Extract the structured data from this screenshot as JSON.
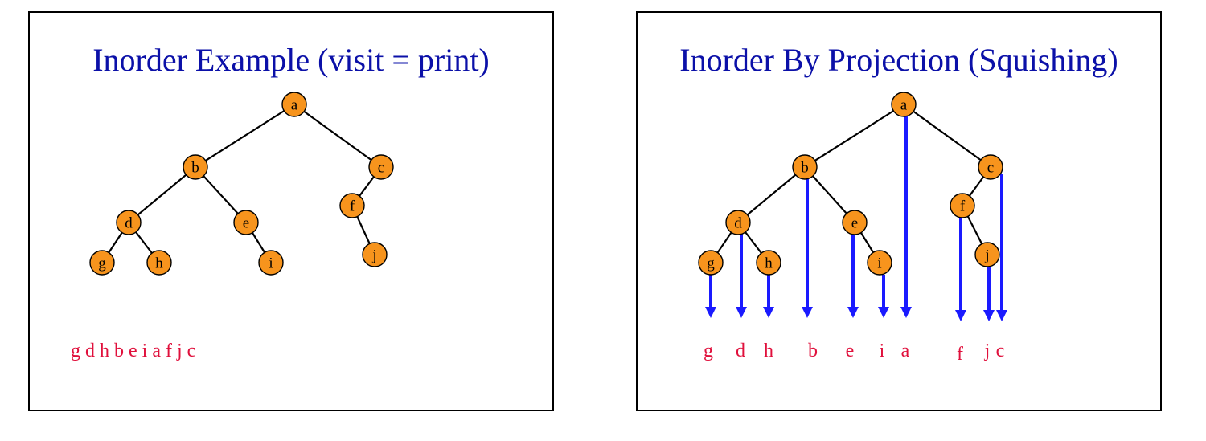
{
  "left_slide": {
    "title": "Inorder Example (visit = print)",
    "sequence": "g d h b e i a f j c"
  },
  "right_slide": {
    "title": "Inorder By Projection (Squishing)",
    "projection": [
      "g",
      "d",
      "h",
      "b",
      "e",
      "i",
      "a",
      "f",
      "j",
      "c"
    ]
  },
  "tree": {
    "nodes": [
      "a",
      "b",
      "c",
      "d",
      "e",
      "f",
      "g",
      "h",
      "i",
      "j"
    ],
    "edges": [
      [
        "a",
        "b"
      ],
      [
        "a",
        "c"
      ],
      [
        "b",
        "d"
      ],
      [
        "b",
        "e"
      ],
      [
        "d",
        "g"
      ],
      [
        "d",
        "h"
      ],
      [
        "e",
        "i"
      ],
      [
        "c",
        "f"
      ],
      [
        "f",
        "j"
      ]
    ]
  },
  "colors": {
    "title": "#0b10a8",
    "node_fill": "#f7941d",
    "sequence_text": "#e0103c",
    "arrow": "#1a1aff"
  }
}
